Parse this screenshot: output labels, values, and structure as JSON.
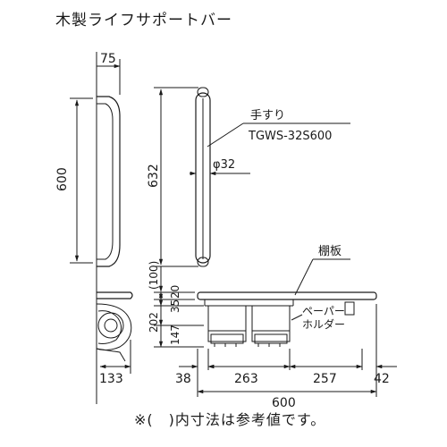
{
  "title": "木製ライフサポートバー",
  "labels": {
    "handrail": "手すり",
    "model": "TGWS-32S600",
    "diameter": "φ32",
    "shelf": "棚板",
    "paper_holder_line1": "ペーパー",
    "paper_holder_line2": "ホルダー"
  },
  "dimensions": {
    "d75": "75",
    "d600_vertical": "600",
    "d632": "632",
    "d100": "(100)",
    "d20": "20",
    "d35": "35",
    "d202": "202",
    "d147": "147",
    "d133": "133",
    "d38": "38",
    "d263": "263",
    "d257": "257",
    "d42": "42",
    "d600_horizontal": "600"
  },
  "footnote": "※(　)内寸法は参考値です。"
}
